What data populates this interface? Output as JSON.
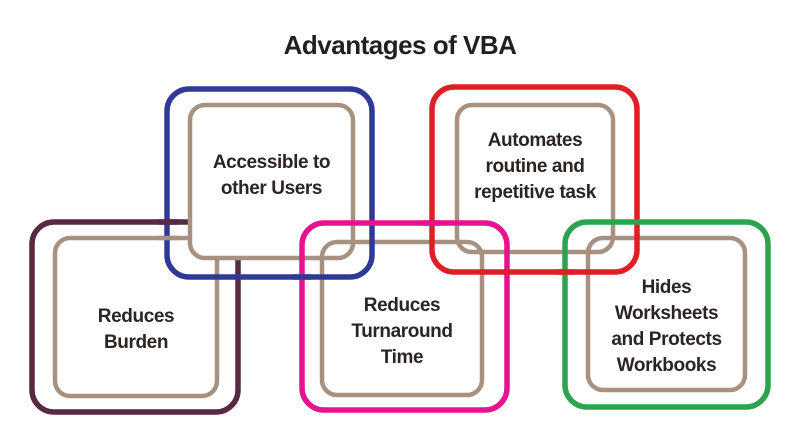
{
  "title": "Advantages of VBA",
  "colors": {
    "maroon": "#572943",
    "blue": "#2f3a96",
    "pink": "#e6128e",
    "red": "#de2026",
    "green": "#2ea34f",
    "tan": "#a79181",
    "text": "#2b2423",
    "title_text": "#231f20",
    "background": "#ffffff",
    "inner_fill": "#ffffff"
  },
  "diagram": {
    "description": "Five interlocking rounded rectangles, each with an inner tan border, listing advantages of VBA",
    "boxes": [
      {
        "id": "accessible-to-other-users",
        "color_name": "blue",
        "label": "Accessible to\nother Users"
      },
      {
        "id": "automates-routine-task",
        "color_name": "red",
        "label": "Automates\nroutine and\nrepetitive task"
      },
      {
        "id": "reduces-burden",
        "color_name": "maroon",
        "label": "Reduces\nBurden"
      },
      {
        "id": "reduces-turnaround-time",
        "color_name": "pink",
        "label": "Reduces\nTurnaround\nTime"
      },
      {
        "id": "hides-worksheets",
        "color_name": "green",
        "label": "Hides\nWorksheets\nand Protects\nWorkbooks"
      }
    ]
  }
}
